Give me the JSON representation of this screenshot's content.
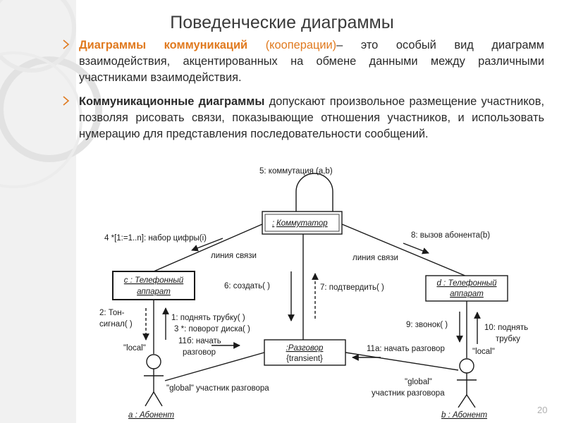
{
  "slide": {
    "title": "Поведенческие диаграммы",
    "page_number": "20"
  },
  "paragraph1": {
    "bold_orange": "Диаграммы коммуникаций",
    "orange": "(кооперации)",
    "rest": "– это особый вид диаграмм взаимодействия, акцентированных на обмене данными между различными участниками взаимодействия."
  },
  "paragraph2": {
    "bold": "Коммуникационные диаграммы",
    "rest": " допускают произвольное размещение участников, позволяя рисовать связи, показывающие отношения участников, и использовать нумерацию для представления последовательности сообщений."
  },
  "diagram": {
    "objects": {
      "switch": "Коммутатор",
      "switch_prefix": ":",
      "phone_c_line1": "c : Телефонный",
      "phone_c_line2": "аппарат",
      "phone_d_line1": "d : Телефонный",
      "phone_d_line2": "аппарат",
      "conversation_line1": ":Разговор",
      "conversation_line2": "{transient}",
      "actor_a": "a : Абонент",
      "actor_b": "b : Абонент"
    },
    "messages": {
      "m5": "5: коммутация (a,b)",
      "m4": "4 *[1:=1..n]: набор цифры(i)",
      "m8": "8: вызов абонента(b)",
      "link_left": "линия связи",
      "link_right": "линия связи",
      "m6": "6: создать( )",
      "m7": "7: подтвердить( )",
      "m2_line1": "2: Тон-",
      "m2_line2": "сигнал( )",
      "m1": "1: поднять трубку( )",
      "m3": "3 *: поворот диска( )",
      "m11b_line1": "11б: начать",
      "m11b_line2": "разговор",
      "m9": "9: звонок( )",
      "m10_line1": "10: поднять",
      "m10_line2": "трубку",
      "m11a": "11а: начать разговор",
      "local_left": "\"local\"",
      "local_right": "\"local\"",
      "global_left": "\"global\" участник разговора",
      "global_right_line1": "\"global\"",
      "global_right_line2": "участник разговора"
    }
  }
}
